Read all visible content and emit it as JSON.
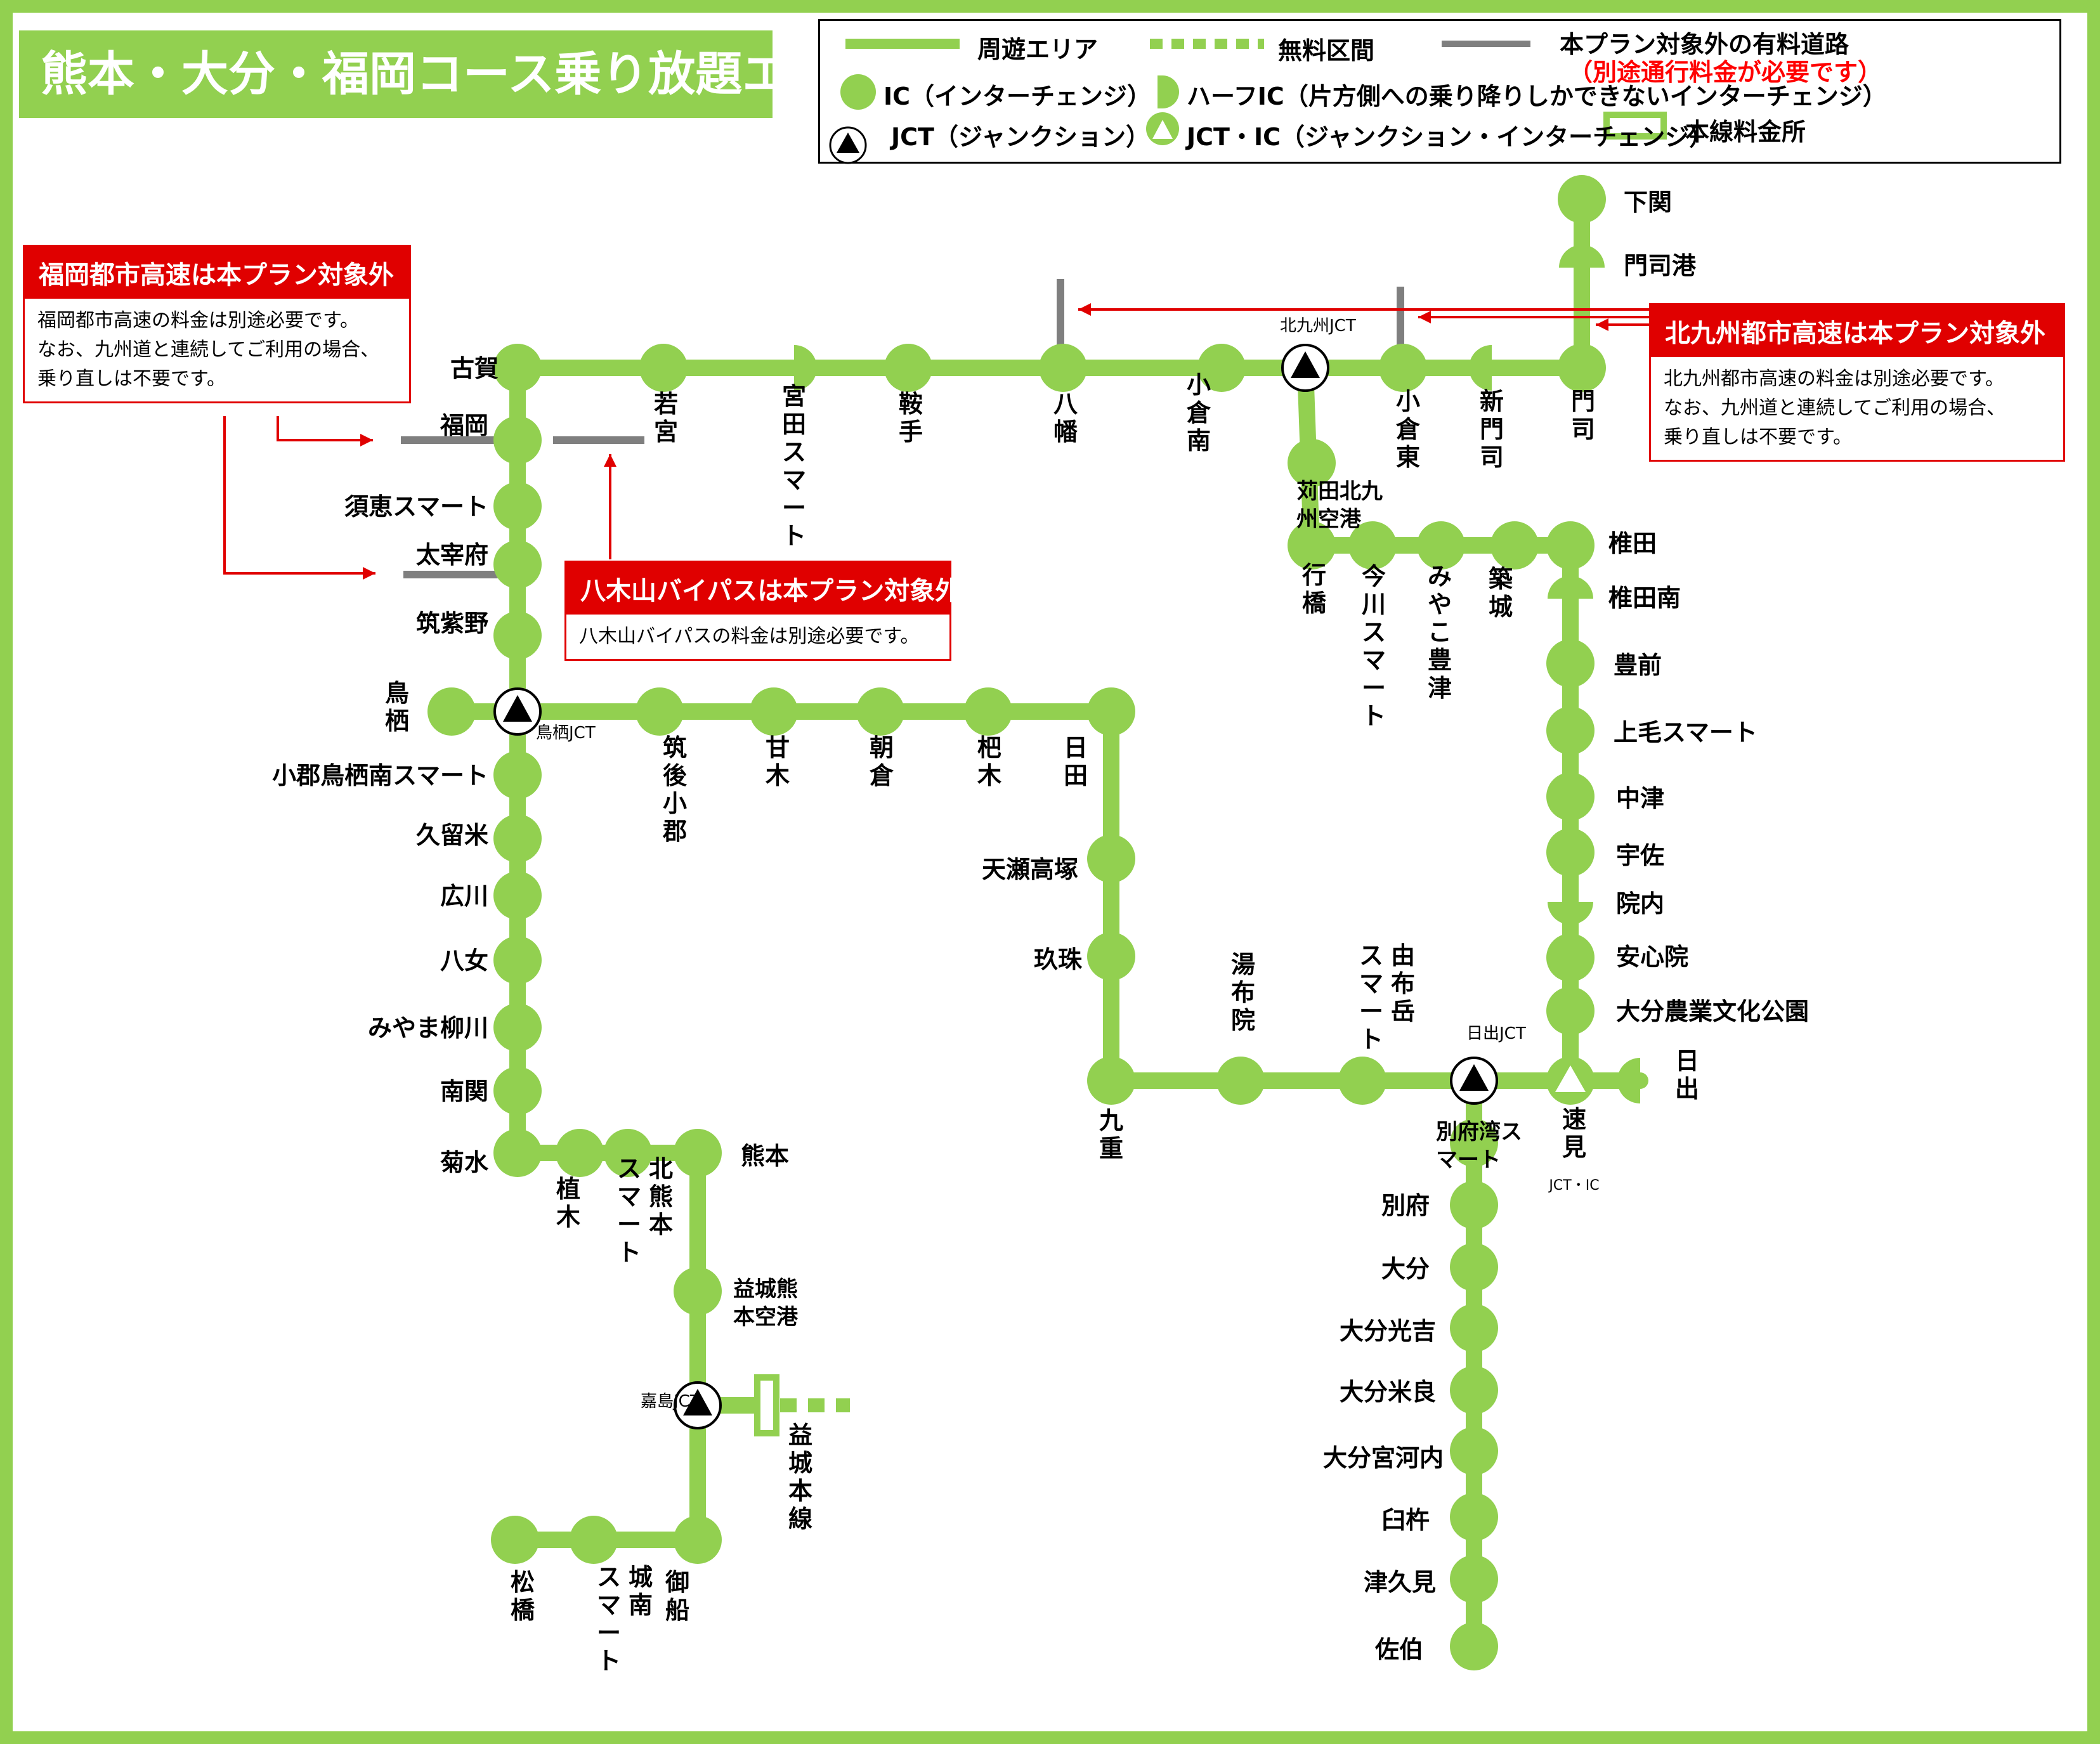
{
  "title": "熊本・大分・福岡コース乗り放題エリア",
  "legend": {
    "tour_area": "周遊エリア",
    "free_section": "無料区間",
    "paid_road_line1": "本プラン対象外の有料道路",
    "paid_road_line2": "（別途通行料金が必要です）",
    "ic": "IC（インターチェンジ）",
    "half_ic": "ハーフIC（片方側への乗り降りしかできないインターチェンジ）",
    "jct": "JCT（ジャンクション）",
    "jct_ic": "JCT・IC（ジャンクション・インターチェンジ）",
    "toll_gate": "本線料金所"
  },
  "notes": {
    "fukuoka": {
      "title": "福岡都市高速は本プラン対象外",
      "body": "福岡都市高速の料金は別途必要です。\nなお、九州道と連続してご利用の場合、\n乗り直しは不要です。"
    },
    "yagiyama": {
      "title": "八木山バイパスは本プラン対象外",
      "body": "八木山バイパスの料金は別途必要です。"
    },
    "kitakyushu": {
      "title": "北九州都市高速は本プラン対象外",
      "body": "北九州都市高速の料金は別途必要です。\nなお、九州道と連続してご利用の場合、\n乗り直しは不要です。"
    }
  },
  "colors": {
    "route": "#92d050",
    "paid": "#7f7f7f",
    "note_red": "#e00000",
    "text": "#000000"
  },
  "stations": [
    {
      "id": "koga",
      "name": "古賀",
      "type": "ic"
    },
    {
      "id": "fukuoka",
      "name": "福岡",
      "type": "ic"
    },
    {
      "id": "sue",
      "name": "須恵スマート",
      "type": "ic"
    },
    {
      "id": "dazaifu",
      "name": "太宰府",
      "type": "ic"
    },
    {
      "id": "chikushino",
      "name": "筑紫野",
      "type": "ic"
    },
    {
      "id": "tosu",
      "name": "鳥栖",
      "type": "ic"
    },
    {
      "id": "tosujct",
      "name": "鳥栖JCT",
      "type": "jct"
    },
    {
      "id": "ogoori",
      "name": "小郡鳥栖南スマート",
      "type": "ic"
    },
    {
      "id": "kurume",
      "name": "久留米",
      "type": "ic"
    },
    {
      "id": "hirokawa",
      "name": "広川",
      "type": "ic"
    },
    {
      "id": "yame",
      "name": "八女",
      "type": "ic"
    },
    {
      "id": "miyama",
      "name": "みやま柳川",
      "type": "ic"
    },
    {
      "id": "nankan",
      "name": "南関",
      "type": "ic"
    },
    {
      "id": "kikusui",
      "name": "菊水",
      "type": "ic"
    },
    {
      "id": "ueki",
      "name": "植木",
      "type": "ic"
    },
    {
      "id": "kitakumamoto",
      "name": "北熊本スマート",
      "type": "ic"
    },
    {
      "id": "kumamoto",
      "name": "熊本",
      "type": "ic"
    },
    {
      "id": "mashiki",
      "name": "益城熊本空港",
      "type": "ic"
    },
    {
      "id": "kashima",
      "name": "嘉島JCT",
      "type": "jct"
    },
    {
      "id": "mashikitoll",
      "name": "益城本線",
      "type": "toll"
    },
    {
      "id": "mifune",
      "name": "御船",
      "type": "ic"
    },
    {
      "id": "jonan",
      "name": "城南スマート",
      "type": "ic"
    },
    {
      "id": "matsubase",
      "name": "松橋",
      "type": "ic"
    },
    {
      "id": "chikugo",
      "name": "筑後小郡",
      "type": "ic"
    },
    {
      "id": "amagi",
      "name": "甘木",
      "type": "ic"
    },
    {
      "id": "asakura",
      "name": "朝倉",
      "type": "ic"
    },
    {
      "id": "haki",
      "name": "杷木",
      "type": "ic"
    },
    {
      "id": "hita",
      "name": "日田",
      "type": "ic"
    },
    {
      "id": "amagase",
      "name": "天瀬高塚",
      "type": "ic"
    },
    {
      "id": "kusu",
      "name": "玖珠",
      "type": "ic"
    },
    {
      "id": "kokonoe",
      "name": "九重",
      "type": "ic"
    },
    {
      "id": "yufuin",
      "name": "湯布院",
      "type": "ic"
    },
    {
      "id": "yufudake",
      "name": "由布岳スマート",
      "type": "ic"
    },
    {
      "id": "hijijct",
      "name": "日出JCT",
      "type": "jct"
    },
    {
      "id": "hayami",
      "name": "速見",
      "sub": "JCT・IC",
      "type": "jctic"
    },
    {
      "id": "hiji",
      "name": "日出",
      "type": "half"
    },
    {
      "id": "beppuwan",
      "name": "別府湾スマート",
      "type": "ic"
    },
    {
      "id": "beppu",
      "name": "別府",
      "type": "ic"
    },
    {
      "id": "oita",
      "name": "大分",
      "type": "ic"
    },
    {
      "id": "mitsuyoshi",
      "name": "大分光吉",
      "type": "ic"
    },
    {
      "id": "mera",
      "name": "大分米良",
      "type": "ic"
    },
    {
      "id": "miyakawachi",
      "name": "大分宮河内",
      "type": "ic"
    },
    {
      "id": "usuki",
      "name": "臼杵",
      "type": "ic"
    },
    {
      "id": "tsukumi",
      "name": "津久見",
      "type": "ic"
    },
    {
      "id": "saiki",
      "name": "佐伯",
      "type": "ic"
    },
    {
      "id": "wakamiya",
      "name": "若宮",
      "type": "ic"
    },
    {
      "id": "miyata",
      "name": "宮田スマート",
      "type": "half"
    },
    {
      "id": "kurate",
      "name": "鞍手",
      "type": "ic"
    },
    {
      "id": "yahata",
      "name": "八幡",
      "type": "ic"
    },
    {
      "id": "kokuraminami",
      "name": "小倉南",
      "type": "ic"
    },
    {
      "id": "kitakyushujct",
      "name": "北九州JCT",
      "type": "jct"
    },
    {
      "id": "kokurahigashi",
      "name": "小倉東",
      "type": "ic"
    },
    {
      "id": "shinmoji",
      "name": "新門司",
      "type": "half"
    },
    {
      "id": "moji",
      "name": "門司",
      "type": "ic"
    },
    {
      "id": "mojiko",
      "name": "門司港",
      "type": "half"
    },
    {
      "id": "shimonoseki",
      "name": "下関",
      "type": "ic"
    },
    {
      "id": "kanda",
      "name": "苅田北九州空港",
      "type": "ic"
    },
    {
      "id": "yukuhashi",
      "name": "行橋",
      "type": "ic"
    },
    {
      "id": "imagawa",
      "name": "今川スマート",
      "type": "ic"
    },
    {
      "id": "miyakotoyotsu",
      "name": "みやこ豊津",
      "type": "ic"
    },
    {
      "id": "chikujo",
      "name": "築城",
      "type": "ic"
    },
    {
      "id": "shiida",
      "name": "椎田",
      "type": "ic"
    },
    {
      "id": "shiidaminami",
      "name": "椎田南",
      "type": "half"
    },
    {
      "id": "buzen",
      "name": "豊前",
      "type": "ic"
    },
    {
      "id": "kouge",
      "name": "上毛スマート",
      "type": "ic"
    },
    {
      "id": "nakatsu",
      "name": "中津",
      "type": "ic"
    },
    {
      "id": "usa",
      "name": "宇佐",
      "type": "ic"
    },
    {
      "id": "innai",
      "name": "院内",
      "type": "half"
    },
    {
      "id": "ajimu",
      "name": "安心院",
      "type": "ic"
    },
    {
      "id": "nogyo",
      "name": "大分農業文化公園",
      "type": "ic"
    }
  ]
}
